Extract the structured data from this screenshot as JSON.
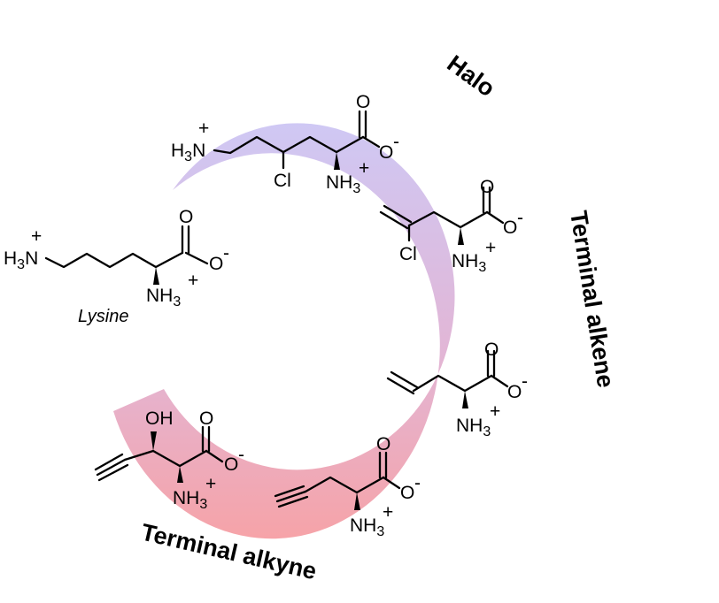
{
  "labels": {
    "halo": "Halo",
    "alkene": "Terminal alkene",
    "alkyne": "Terminal alkyne",
    "lysine": "Lysine"
  },
  "atoms": {
    "ammonium_left": "H3N",
    "plus": "+",
    "minus": "-",
    "oxygen": "O",
    "ammonium": "NH3",
    "chlorine": "Cl",
    "hydroxyl": "OH"
  },
  "colors": {
    "arc_top": "#cfc8f4",
    "arc_mid": "#e2b6d6",
    "arc_bottom": "#f6a3a8"
  }
}
